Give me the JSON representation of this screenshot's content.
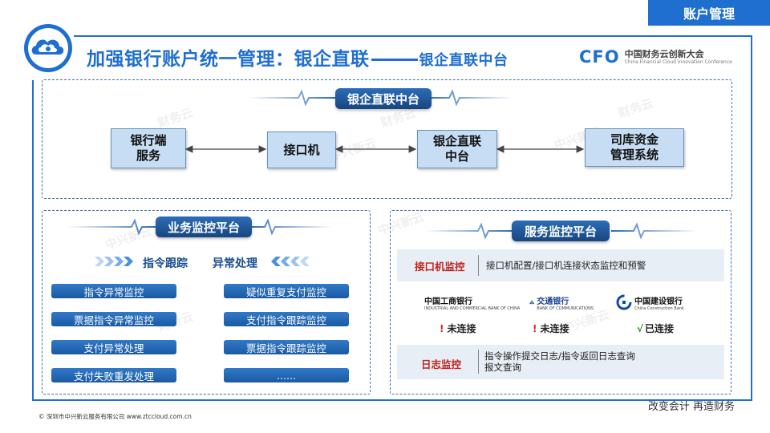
{
  "header": {
    "tag": "账户管理",
    "title_main": "加强银行账户统一管理：银企直联",
    "title_sub": "银企直联中台",
    "cfo_brand": "CFO",
    "cfo_name_cn": "中国财务云创新大会",
    "cfo_name_en": "China Financial Cloud Innovation Conference",
    "logo_icon": "cloud-logo-icon"
  },
  "top_panel": {
    "label": "银企直联中台",
    "nodes": [
      {
        "line1": "银行端",
        "line2": "服务"
      },
      {
        "line1": "接口机",
        "line2": ""
      },
      {
        "line1": "银企直联",
        "line2": "中台"
      },
      {
        "line1": "司库资金",
        "line2": "管理系统"
      }
    ]
  },
  "business_panel": {
    "label": "业务监控平台",
    "trace_label": "指令跟踪",
    "exception_label": "异常处理",
    "left_items": [
      "指令异常监控",
      "票据指令异常监控",
      "支付异常处理",
      "支付失败重发处理"
    ],
    "right_items": [
      "疑似重复支付监控",
      "支付指令跟踪监控",
      "票据指令跟踪监控",
      "......"
    ]
  },
  "service_panel": {
    "label": "服务监控平台",
    "interface_title": "接口机监控",
    "interface_desc": "接口机配置/接口机连接状态监控和预警",
    "banks": [
      {
        "name_cn": "中国工商银行",
        "name_en": "INDUSTRIAL AND COMMERCIAL BANK OF CHINA",
        "status": "未连接",
        "connected": false,
        "mark": "!"
      },
      {
        "name_cn": "交通银行",
        "name_en": "BANK OF COMMUNICATIONS",
        "status": "未连接",
        "connected": false,
        "mark": "!"
      },
      {
        "name_cn": "中国建设银行",
        "name_en": "China Construction Bank",
        "status": "已连接",
        "connected": true,
        "mark": "√"
      }
    ],
    "log_title": "日志监控",
    "log_desc_1": "指令操作提交日志/指令返回日志查询",
    "log_desc_2": "报文查询"
  },
  "watermark_text": "财务云",
  "watermark_text_2": "中兴新云",
  "slogan": "改变会计 再造财务",
  "footer": "© 深圳市中兴新云服务有限公司 www.ztccloud.com.cn",
  "colors": {
    "brand_blue": "#1f6fd1",
    "node_fill": "#c7ddf3",
    "alert_red": "#d32525",
    "ok_green": "#2e8b1f"
  }
}
